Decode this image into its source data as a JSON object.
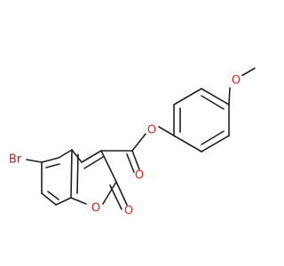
{
  "atoms": {
    "methoxy_o": {
      "symbol": "O",
      "color": "#e0251b"
    },
    "ester_o": {
      "symbol": "O",
      "color": "#e0251b"
    },
    "carbonyl_o": {
      "symbol": "O",
      "color": "#e0251b"
    },
    "ring_o": {
      "symbol": "O",
      "color": "#e0251b"
    },
    "lactone_o": {
      "symbol": "O",
      "color": "#e0251b"
    },
    "bromine": {
      "symbol": "Br",
      "color": "#a52a2a"
    }
  },
  "bond_color": "#1f1f1f"
}
